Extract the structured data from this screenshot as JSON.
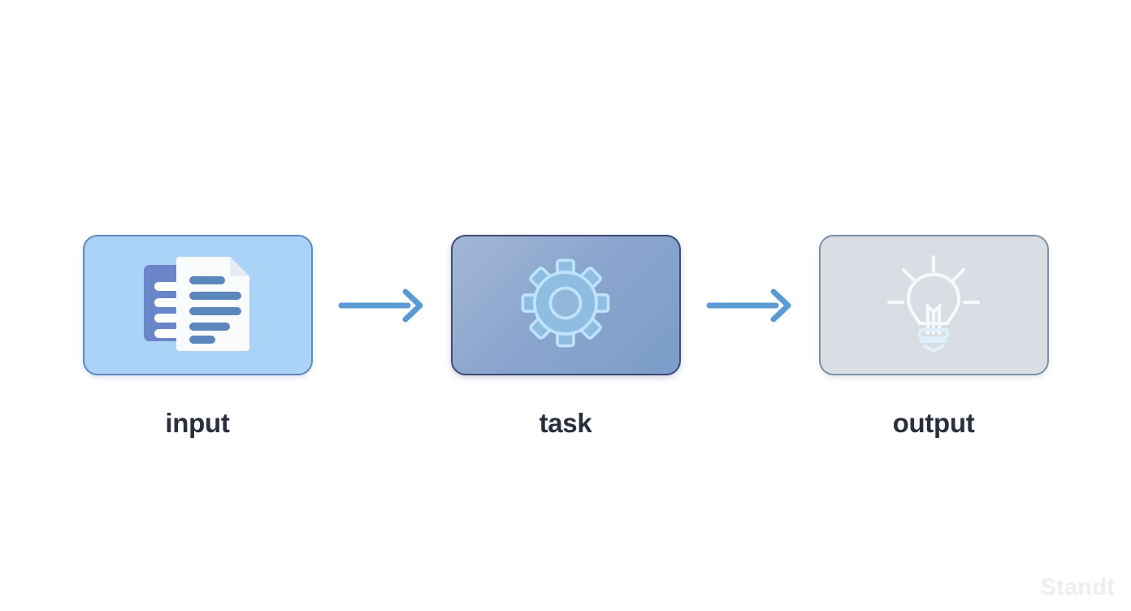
{
  "diagram": {
    "title_watermark": "Standt",
    "corner_watermark": "",
    "type": "flow",
    "background_color": "#ffffff",
    "stages": [
      {
        "id": "input",
        "label": "input",
        "icon": "document-icon",
        "card_fill": "#abd2f7",
        "card_border": "#5d89bd",
        "icon_colors": {
          "back_card": "#6b86c8",
          "back_lines": "#ffffff",
          "page": "#fafbfc",
          "page_lines": "#5b87bd"
        }
      },
      {
        "id": "task",
        "label": "task",
        "icon": "gear-icon",
        "card_fill_from": "#a3b6d6",
        "card_fill_to": "#7b9dca",
        "card_border": "#3f4a75",
        "icon_colors": {
          "stroke": "#bfe4fb",
          "fill": "#7fb3dd"
        }
      },
      {
        "id": "output",
        "label": "output",
        "icon": "lightbulb-icon",
        "card_fill": "#d9dee5",
        "card_border": "#7d8fa3",
        "icon_colors": {
          "stroke": "#f4fafe",
          "base_stroke": "#dff0fb"
        }
      }
    ],
    "connectors": [
      {
        "id": "arrow-input-task",
        "from": "input",
        "to": "task",
        "icon": "arrow-right-icon",
        "color": "#5b9bd5"
      },
      {
        "id": "arrow-task-output",
        "from": "task",
        "to": "output",
        "icon": "arrow-right-icon",
        "color": "#5b9bd5"
      }
    ]
  }
}
